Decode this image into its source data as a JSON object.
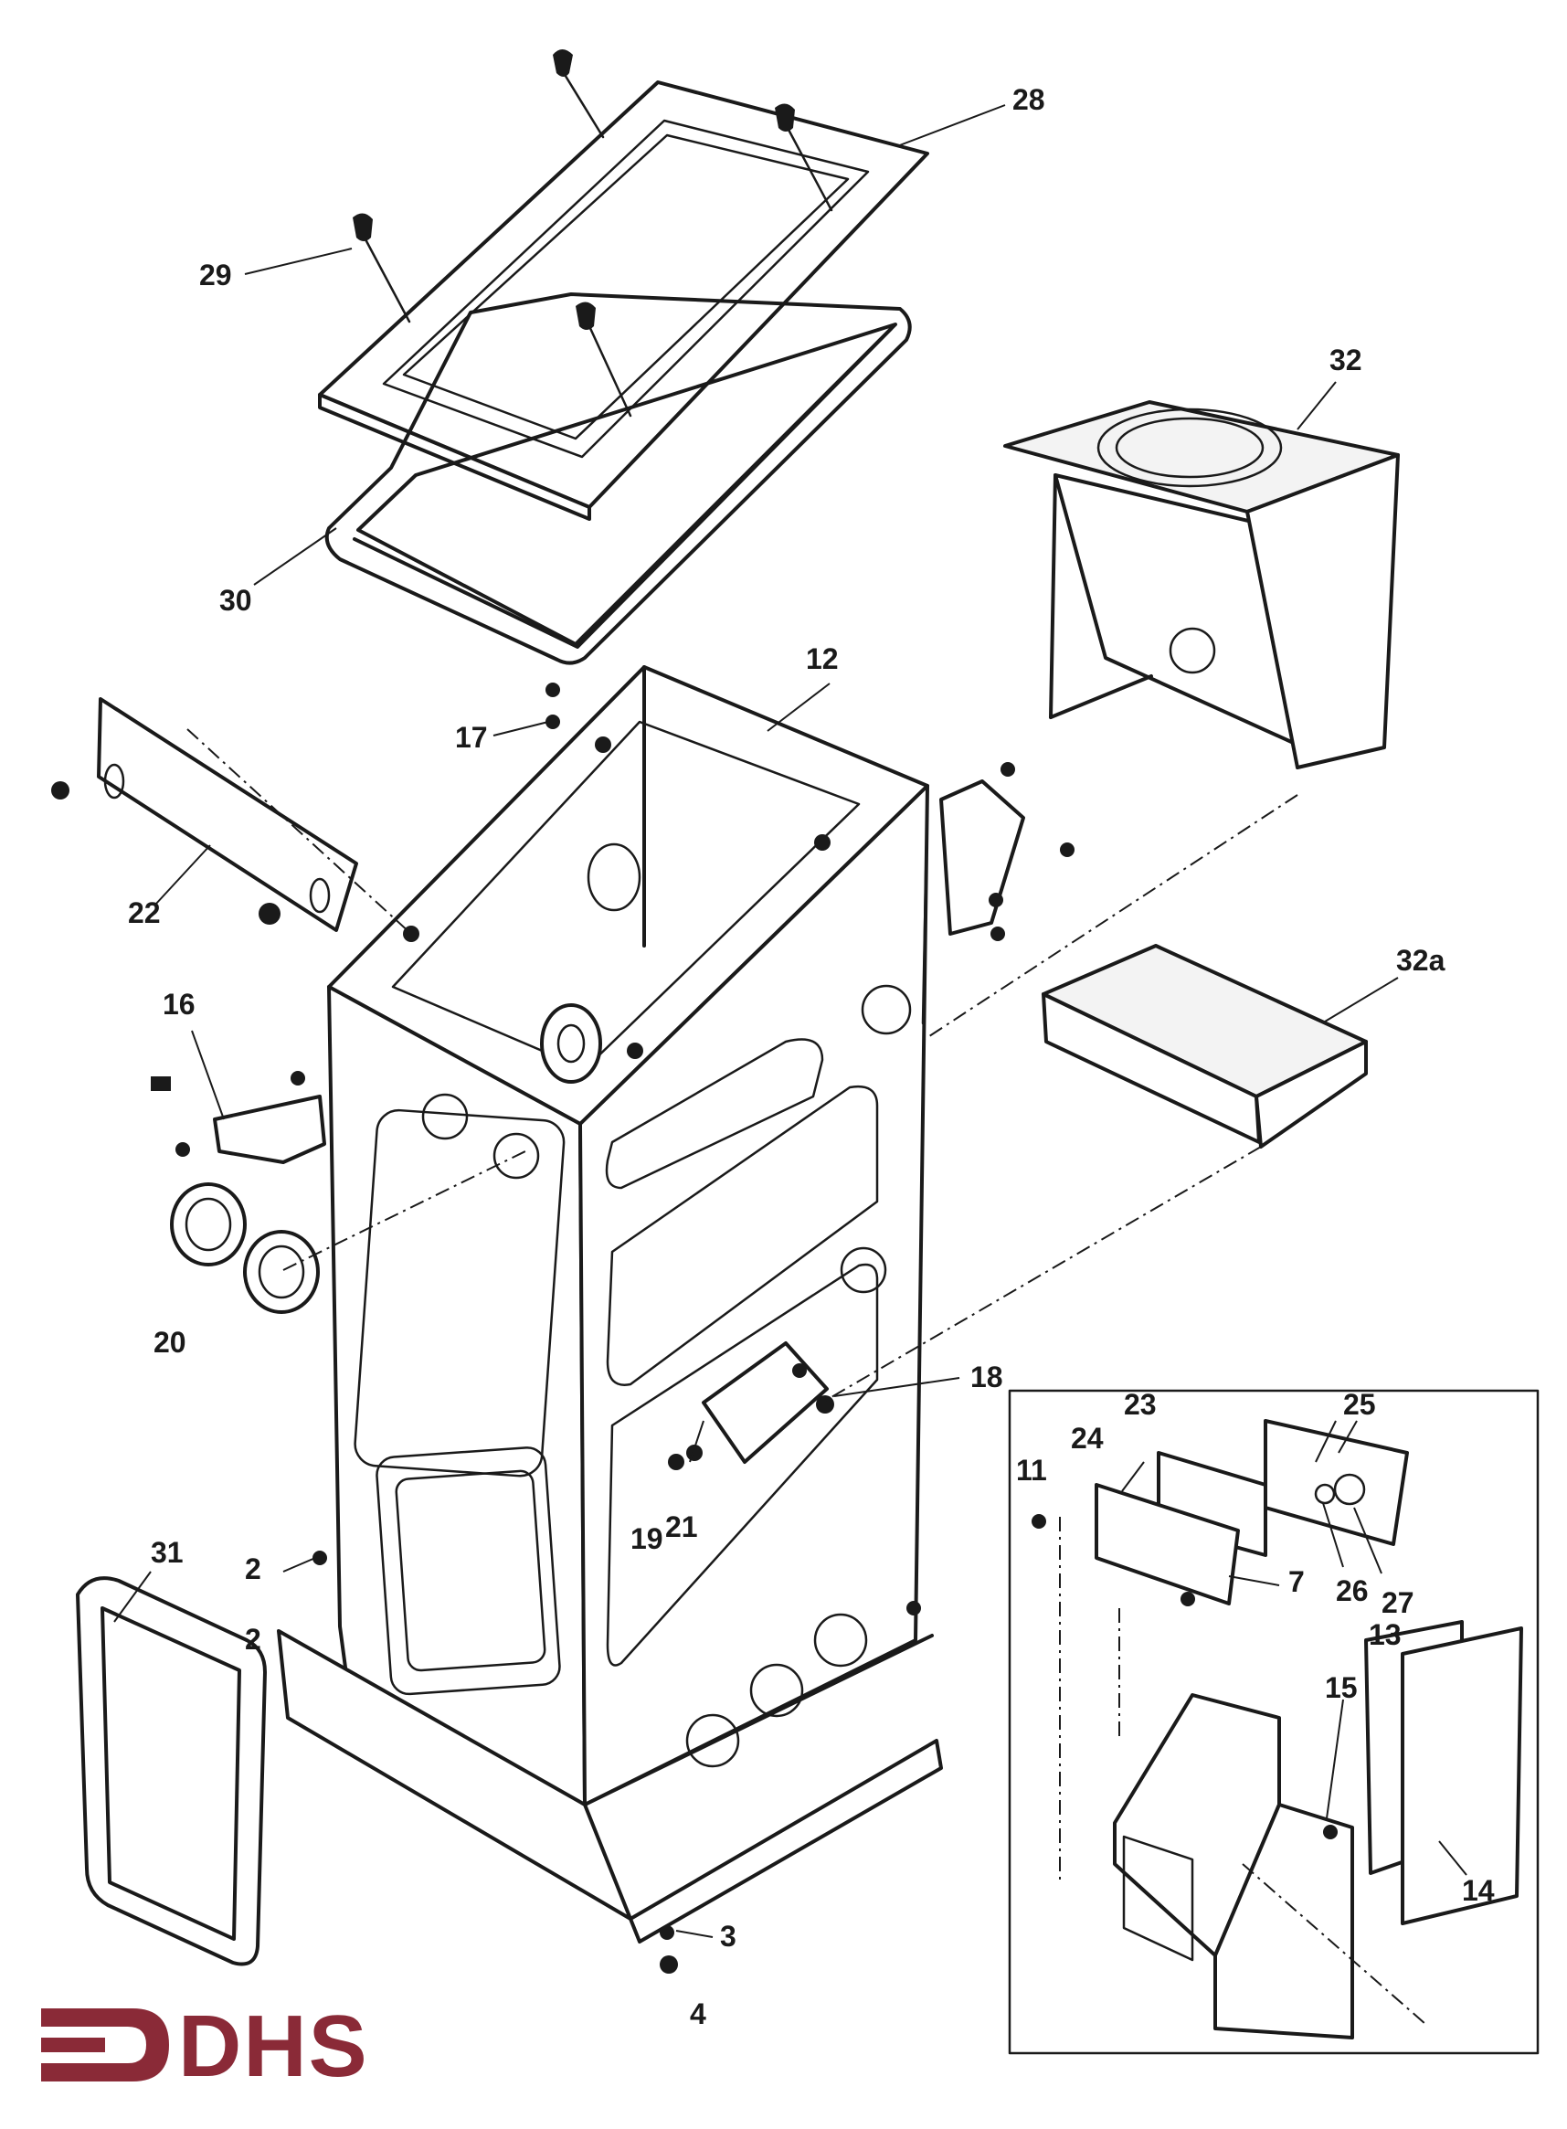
{
  "diagram": {
    "callouts": [
      {
        "id": "28",
        "text": "28"
      },
      {
        "id": "29",
        "text": "29"
      },
      {
        "id": "30",
        "text": "30"
      },
      {
        "id": "32",
        "text": "32"
      },
      {
        "id": "12",
        "text": "12"
      },
      {
        "id": "17",
        "text": "17"
      },
      {
        "id": "22",
        "text": "22"
      },
      {
        "id": "32a",
        "text": "32a"
      },
      {
        "id": "16",
        "text": "16"
      },
      {
        "id": "20",
        "text": "20"
      },
      {
        "id": "18",
        "text": "18"
      },
      {
        "id": "23",
        "text": "23"
      },
      {
        "id": "25",
        "text": "25"
      },
      {
        "id": "24",
        "text": "24"
      },
      {
        "id": "11",
        "text": "11"
      },
      {
        "id": "19",
        "text": "19"
      },
      {
        "id": "21",
        "text": "21"
      },
      {
        "id": "7",
        "text": "7"
      },
      {
        "id": "26",
        "text": "26"
      },
      {
        "id": "27",
        "text": "27"
      },
      {
        "id": "31",
        "text": "31"
      },
      {
        "id": "2a",
        "text": "2"
      },
      {
        "id": "2b",
        "text": "2"
      },
      {
        "id": "13",
        "text": "13"
      },
      {
        "id": "15",
        "text": "15"
      },
      {
        "id": "14",
        "text": "14"
      },
      {
        "id": "3",
        "text": "3"
      },
      {
        "id": "4",
        "text": "4"
      }
    ]
  },
  "logo": {
    "text": "DHS",
    "color": "#8a2a37",
    "icon": "arrow-bracket-icon"
  },
  "colors": {
    "line": "#1a1a1a",
    "background": "#ffffff"
  }
}
